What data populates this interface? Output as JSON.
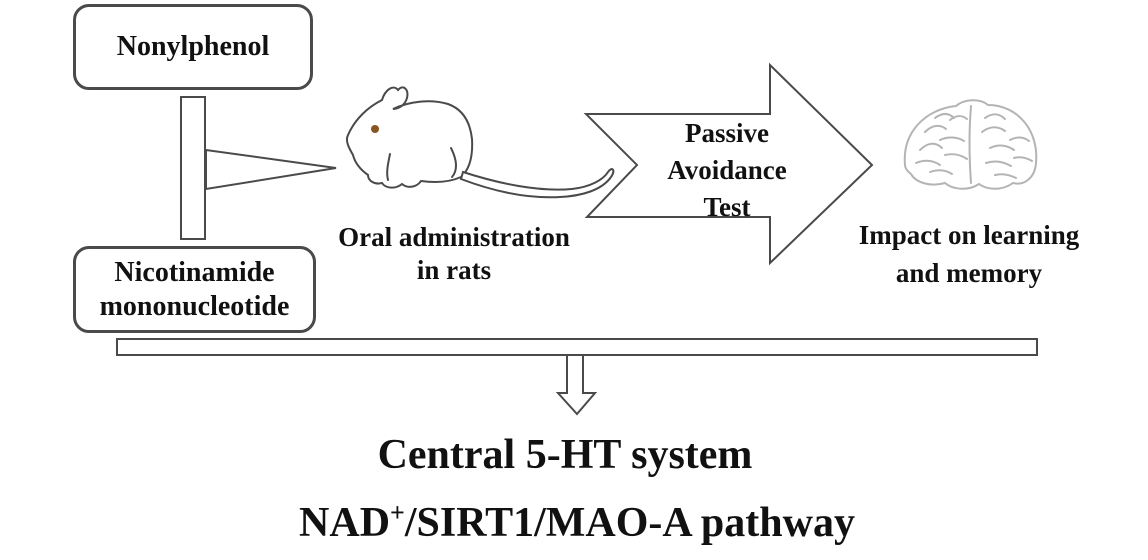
{
  "nodes": {
    "nonylphenol": {
      "label": "Nonylphenol"
    },
    "nmn": {
      "line1": "Nicotinamide",
      "line2": "mononucleotide"
    },
    "oral_administration": {
      "line1": "Oral administration",
      "line2": "in rats"
    },
    "passive_avoidance": {
      "line1": "Passive",
      "line2": "Avoidance",
      "line3": "Test"
    },
    "impact": {
      "line1": "Impact on learning",
      "line2": "and memory"
    },
    "outcome": {
      "line1": "Central 5-HT system",
      "line2_prefix": "NAD",
      "line2_superscript": "+",
      "line2_suffix": "/SIRT1/MAO-A pathway"
    }
  },
  "icons": {
    "rat": "rat-line-drawing",
    "brain": "brain-line-drawing"
  },
  "colors": {
    "background": "#ffffff",
    "outline": "#4a4a4a",
    "text": "#111111",
    "brain_outline": "#b4b4b4",
    "rat_eye": "#8a5520"
  }
}
